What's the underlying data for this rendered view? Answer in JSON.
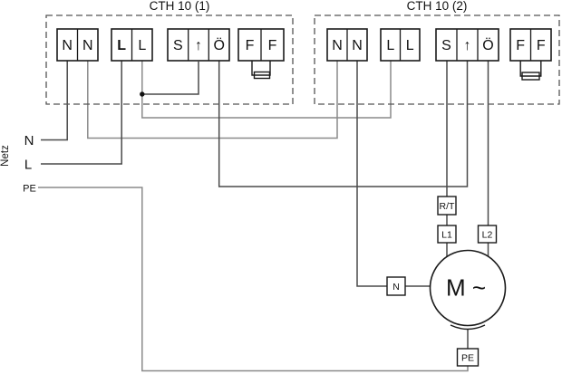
{
  "panels": {
    "cth1": {
      "title": "CTH 10 (1)",
      "terminals": [
        "N",
        "N",
        "L",
        "L",
        "S",
        "↑",
        "Ö",
        "F",
        "F"
      ]
    },
    "cth2": {
      "title": "CTH 10 (2)",
      "terminals": [
        "N",
        "N",
        "L",
        "L",
        "S",
        "↑",
        "Ö",
        "F",
        "F"
      ]
    }
  },
  "mains": {
    "group_label": "Netz",
    "n_label": "N",
    "l_label": "L",
    "pe_label": "PE"
  },
  "inline_terminals": {
    "rt": "R/T",
    "l1": "L1",
    "l2": "L2",
    "n": "N",
    "pe": "PE"
  },
  "motor": {
    "label": "M ~"
  },
  "icons": {
    "fuse": "fuse-symbol",
    "junction": "junction-dot",
    "arrow_terminal": "up-arrow"
  },
  "colors": {
    "bg": "#ffffff",
    "wire": "#4a4a4a",
    "wire_light": "#8a8a8a",
    "border": "#1a1a1a",
    "dash": "#555555"
  }
}
